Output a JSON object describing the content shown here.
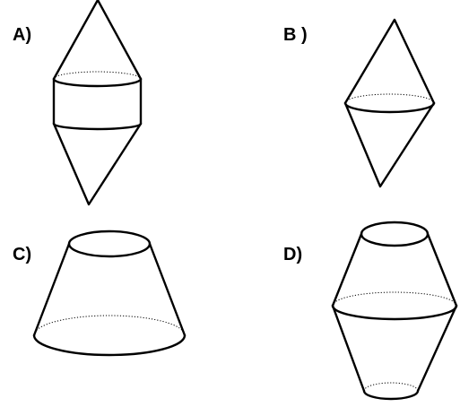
{
  "options": [
    {
      "id": "A",
      "label": "A)"
    },
    {
      "id": "B",
      "label": "B )"
    },
    {
      "id": "C",
      "label": "C)"
    },
    {
      "id": "D",
      "label": "D)"
    }
  ]
}
